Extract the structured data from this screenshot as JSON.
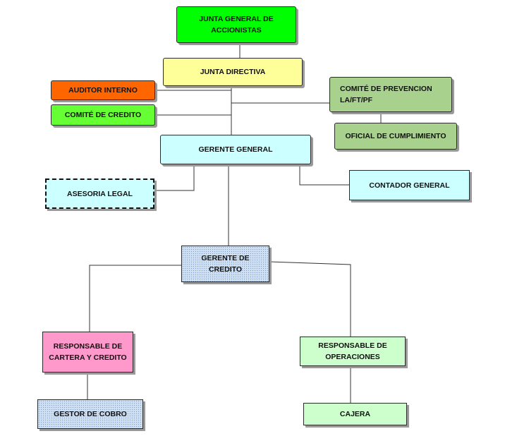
{
  "nodes": {
    "junta_general": {
      "label": "JUNTA  GENERAL DE ACCIONISTAS",
      "color": "#00ff00"
    },
    "junta_directiva": {
      "label": "JUNTA DIRECTIVA",
      "color": "#ffff99"
    },
    "auditor_interno": {
      "label": "AUDITOR INTERNO",
      "color": "#ff6600"
    },
    "comite_credito": {
      "label": "COMITÉ DE CREDITO",
      "color": "#66ff33"
    },
    "comite_prevencion": {
      "label": "COMITÉ DE PREVENCION LA/FT/PF",
      "color": "#a9d18e"
    },
    "oficial_cumplimiento": {
      "label": "OFICIAL DE CUMPLIMIENTO",
      "color": "#a9d18e"
    },
    "gerente_general": {
      "label": "GERENTE GENERAL",
      "color": "#ccffff"
    },
    "asesoria_legal": {
      "label": "ASESORIA LEGAL",
      "color": "#ccffff"
    },
    "contador_general": {
      "label": "CONTADOR GENERAL",
      "color": "#ccffff"
    },
    "gerente_credito": {
      "label": "GERENTE DE CREDITO",
      "color": "#cfe0f3"
    },
    "responsable_cartera": {
      "label": "RESPONSABLE DE CARTERA Y CREDITO",
      "color": "#ff99cc"
    },
    "responsable_operaciones": {
      "label": "RESPONSABLE DE OPERACIONES",
      "color": "#ccffcc"
    },
    "gestor_cobro": {
      "label": "GESTOR DE COBRO",
      "color": "#cfe0f3"
    },
    "cajera": {
      "label": "CAJERA",
      "color": "#ccffcc"
    }
  },
  "line_color": "#333333"
}
